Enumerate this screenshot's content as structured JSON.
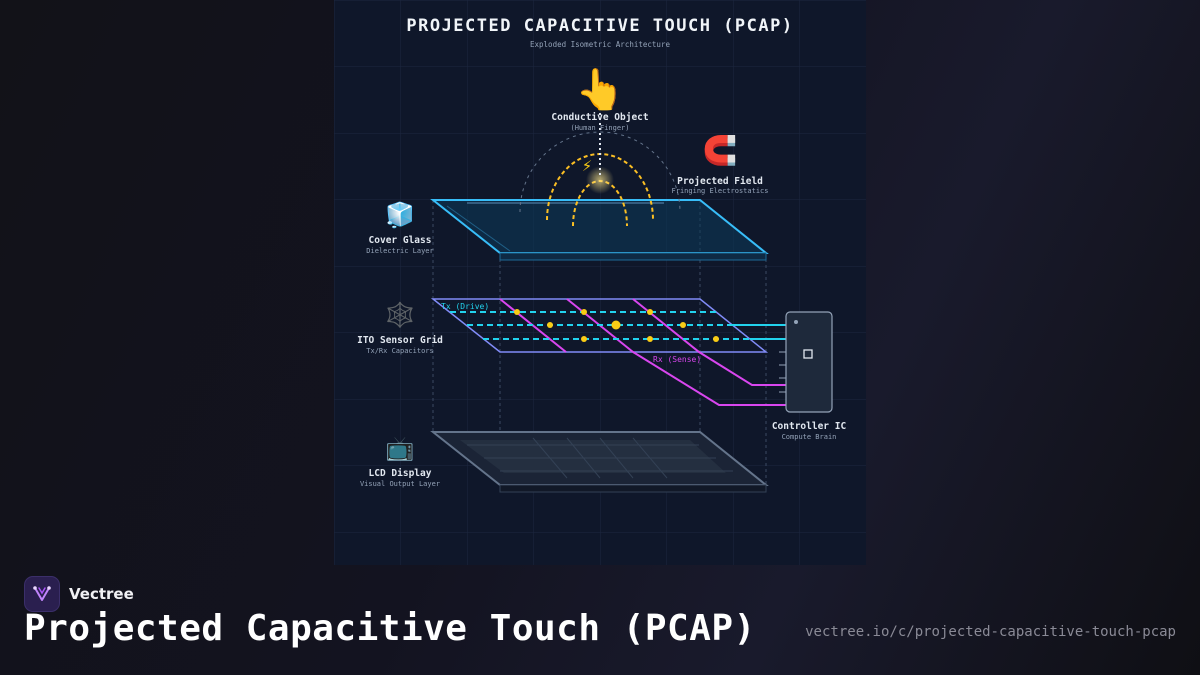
{
  "diagram": {
    "title": "PROJECTED CAPACITIVE TOUCH (PCAP)",
    "subtitle": "Exploded Isometric Architecture",
    "finger": {
      "icon": "pointing-finger-icon",
      "label": "Conductive Object",
      "sublabel": "(Human Finger)"
    },
    "field": {
      "icon": "magnet-icon",
      "label": "Projected Field",
      "sublabel": "Fringing Electrostatics"
    },
    "layers": [
      {
        "icon": "ice-cube-icon",
        "label": "Cover Glass",
        "sublabel": "Dielectric Layer"
      },
      {
        "icon": "spider-web-icon",
        "label": "ITO Sensor Grid",
        "sublabel": "Tx/Rx Capacitors"
      },
      {
        "icon": "television-icon",
        "label": "LCD Display",
        "sublabel": "Visual Output Layer"
      }
    ],
    "grid_labels": {
      "tx": "Tx (Drive)",
      "rx": "Rx (Sense)"
    },
    "controller": {
      "label": "Controller IC",
      "sublabel": "Compute Brain"
    },
    "colors": {
      "glass": "#38bdf8",
      "tx": "#22d3ee",
      "rx": "#d946ef",
      "node": "#facc15",
      "field": "#fbbf24",
      "lcd": "#64748b"
    }
  },
  "footer": {
    "brand": "Vectree",
    "title": "Projected Capacitive Touch (PCAP)",
    "url": "vectree.io/c/projected-capacitive-touch-pcap"
  }
}
